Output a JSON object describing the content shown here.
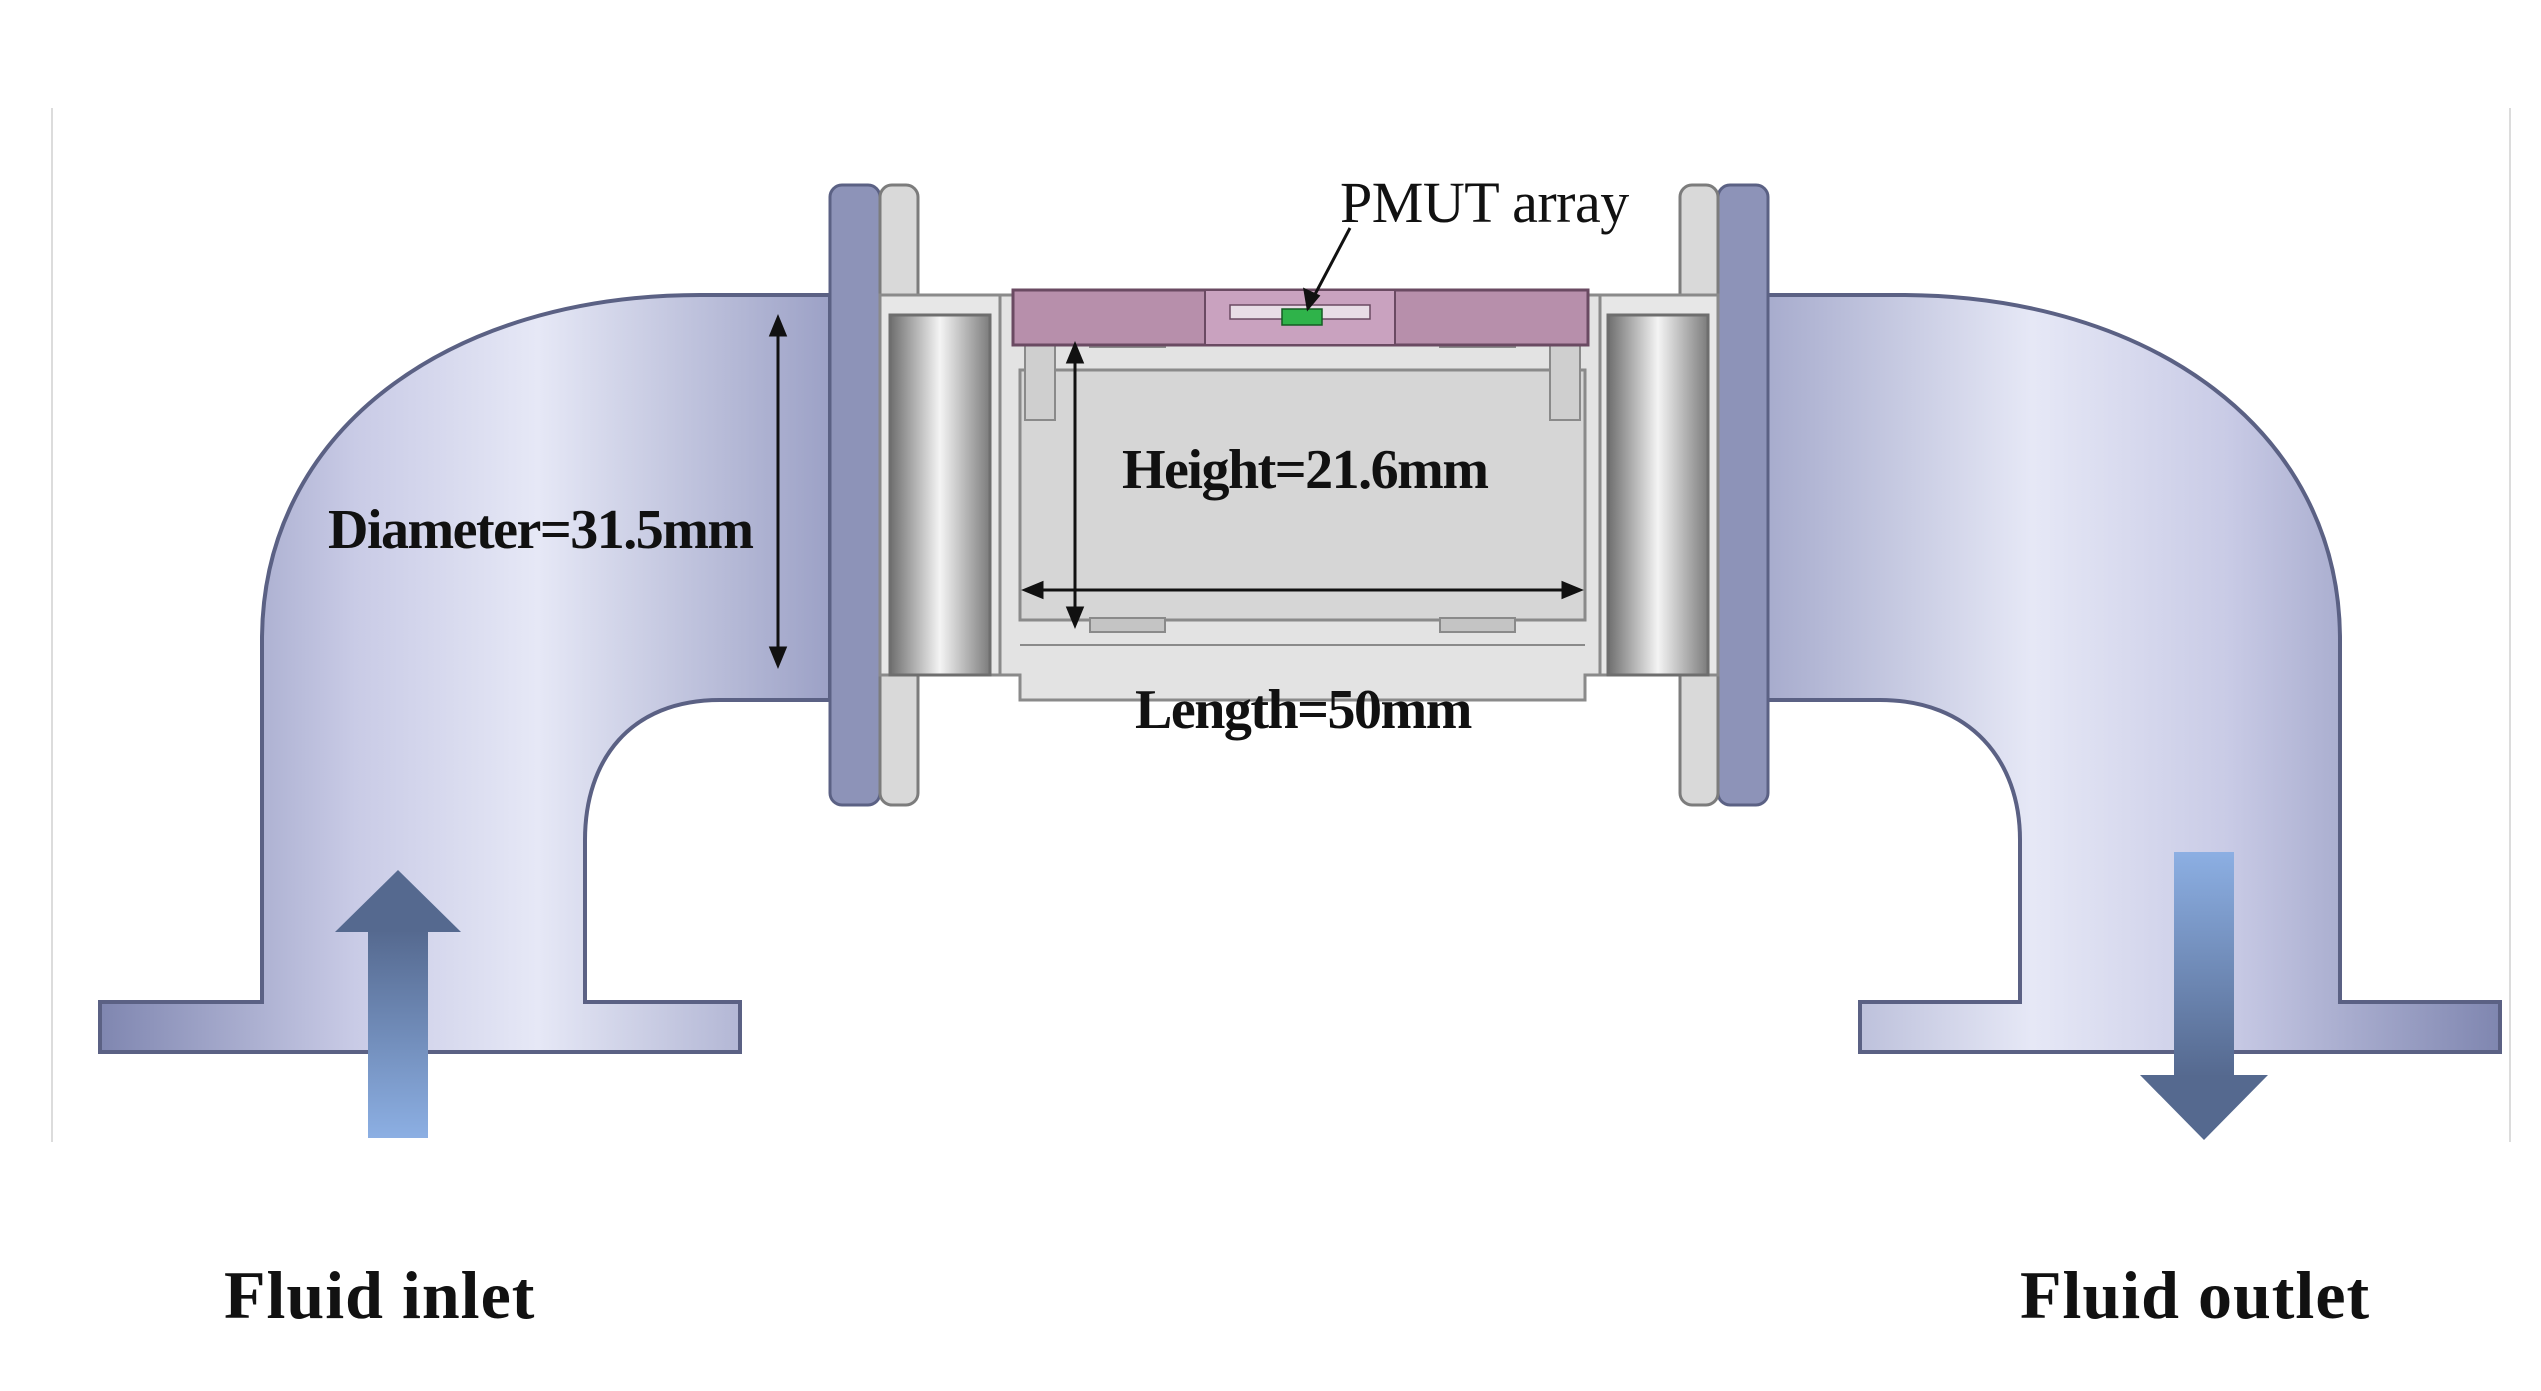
{
  "labels": {
    "pmut": "PMUT array",
    "height": "Height=21.6mm",
    "diameter": "Diameter=31.5mm",
    "length": "Length=50mm",
    "inlet": "Fluid inlet",
    "outlet": "Fluid outlet"
  },
  "colors": {
    "pipe": "#a9aed0",
    "pipe_edge": "#5b6184",
    "flange": "#8d93b8",
    "chamber": "#d6d6d6",
    "chamber_edge": "#8a8a8a",
    "lid": "#b78fab",
    "lid_edge": "#6a4a62",
    "pmut_chip": "#2fb34a",
    "arrow": "#7a98c9"
  }
}
